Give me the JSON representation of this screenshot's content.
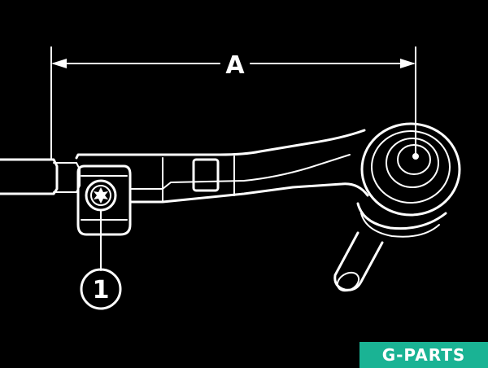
{
  "diagram": {
    "dimension_label": "A",
    "callout_number": "1"
  },
  "watermark": {
    "text": "G-PARTS",
    "background": "#1ab394"
  },
  "colors": {
    "background": "#000000",
    "line": "#ffffff"
  }
}
